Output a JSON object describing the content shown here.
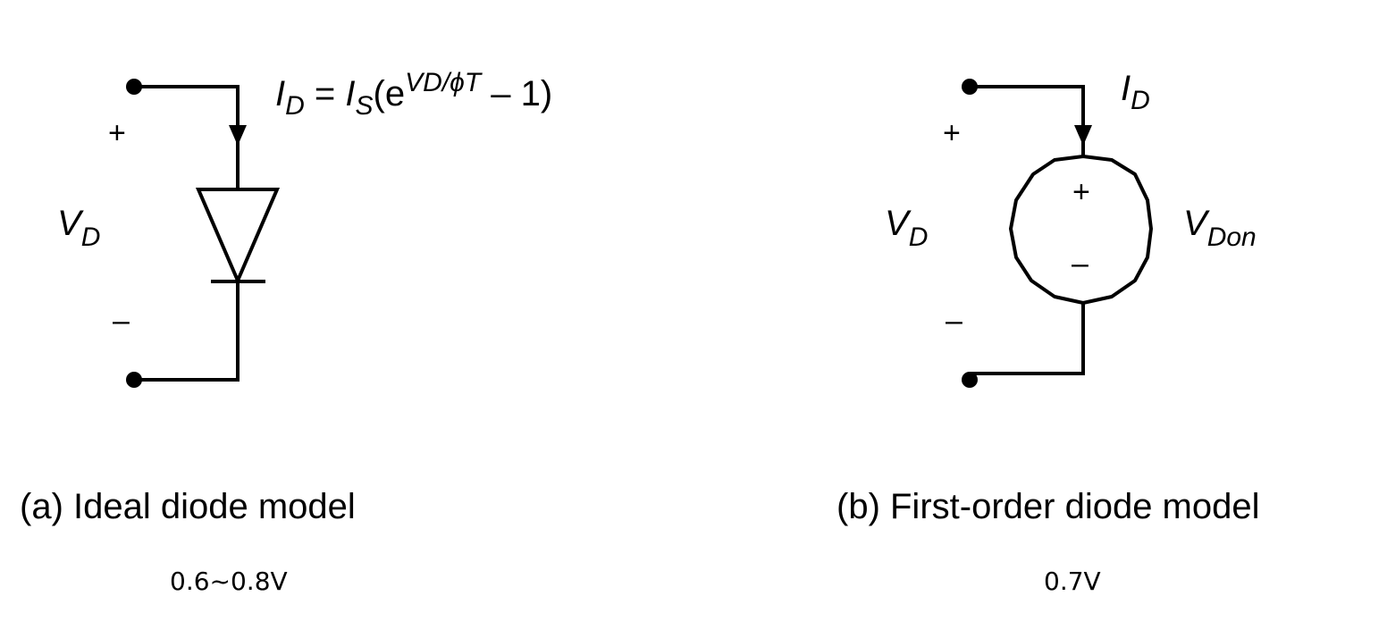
{
  "panel_a": {
    "caption": "(a) Ideal diode model",
    "voltage_note": "0.6~0.8V",
    "plus_sign": "+",
    "minus_sign": "–",
    "vd_label": {
      "main": "V",
      "sub": "D"
    },
    "equation": {
      "lhs_main": "I",
      "lhs_sub": "D",
      "equals": " = ",
      "is_main": "I",
      "is_sub": "S",
      "open": "(e",
      "exp": "VD/ϕT",
      "close": " – 1)"
    }
  },
  "panel_b": {
    "caption": "(b) First-order diode model",
    "voltage_note": "0.7V",
    "plus_sign": "+",
    "minus_sign": "–",
    "vd_label": {
      "main": "V",
      "sub": "D"
    },
    "id_label": {
      "main": "I",
      "sub": "D"
    },
    "source_plus": "+",
    "source_minus": "–",
    "vdon_label": {
      "main": "V",
      "sub": "Don"
    }
  }
}
